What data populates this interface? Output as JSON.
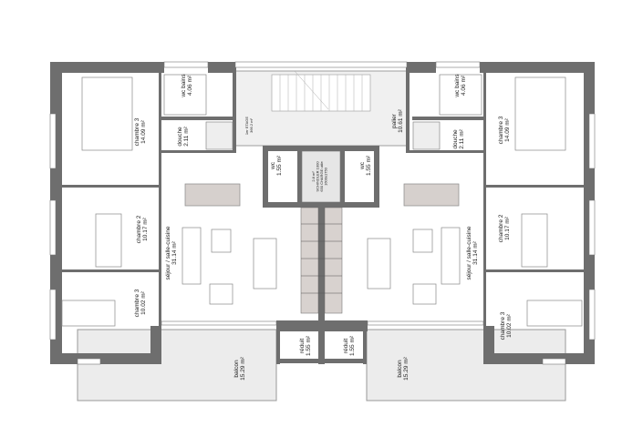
{
  "colors": {
    "wall": "#6e6e6e",
    "balcony": "#ececec",
    "stair": "#d8d2cf",
    "furniture": "#888888",
    "counter": "#d6d0cd"
  },
  "rooms": {
    "left": {
      "wc_bains": [
        "wc bains",
        "4.06 m²"
      ],
      "douche": [
        "douche",
        "2.11 m²"
      ],
      "chambre_top": [
        "chambre 3",
        "14.09 m²"
      ],
      "chambre_mid": [
        "chambre 2",
        "10.17 m²"
      ],
      "chambre_bottom": [
        "chambre 3",
        "10.02 m²"
      ],
      "sejour": [
        "séjour / salle-cuisine",
        "31.14 m²"
      ],
      "balcon": [
        "balcon",
        "15.29 m²"
      ],
      "wc": [
        "wc",
        "1.55 m²"
      ],
      "reduit": [
        "réduit",
        "1.55 m²"
      ]
    },
    "right": {
      "wc_bains": [
        "wc bains",
        "4.06 m²"
      ],
      "douche": [
        "douche",
        "2.11 m²"
      ],
      "chambre_top": [
        "chambre 3",
        "14.09 m²"
      ],
      "chambre_mid": [
        "chambre 2",
        "10.17 m²"
      ],
      "chambre_bottom": [
        "chambre 3",
        "10.02 m²"
      ],
      "sejour": [
        "séjour / salle-cuisine",
        "31.14 m²"
      ],
      "balcon": [
        "balcon",
        "15.29 m²"
      ],
      "wc": [
        "wc",
        "1.55 m²"
      ],
      "reduit": [
        "réduit",
        "1.55 m²"
      ]
    },
    "palier": [
      "palier",
      "10.61 m²"
    ],
    "stair_note": [
      "1er ETAGE",
      "366.2 m²"
    ],
    "elevator": [
      "2.8 m²",
      "SCHINDLER 1000",
      "630 CHARGE utile",
      "1600x1750"
    ]
  }
}
